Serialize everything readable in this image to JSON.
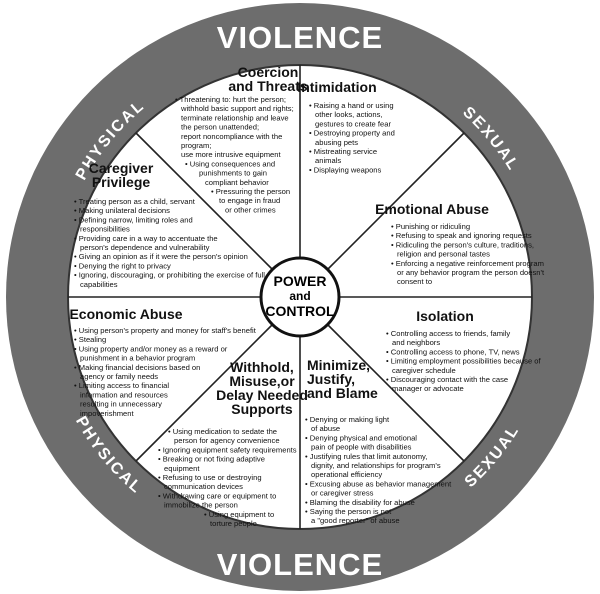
{
  "rim": {
    "violence_top": "VIOLENCE",
    "violence_bottom": "VIOLENCE",
    "physical_top": "PHYSICAL",
    "sexual_top": "SEXUAL",
    "physical_bottom": "PHYSICAL",
    "sexual_bottom": "SEXUAL"
  },
  "hub": {
    "line1": "POWER",
    "line2": "and",
    "line3": "CONTROL"
  },
  "segments": {
    "coercion": {
      "title": [
        "Coercion",
        "and Threats"
      ],
      "items": [
        "• Threatening to: hurt the person;",
        "withhold basic support and rights;",
        "terminate relationship and leave",
        "the person unattended;",
        "report noncompliance with the",
        "program;",
        "use more intrusive equipment",
        "• Using consequences and",
        "punishments to gain",
        "compliant behavior",
        "• Pressuring the person",
        "to engage in fraud",
        "or other crimes"
      ]
    },
    "intimidation": {
      "title": [
        "Intimidation"
      ],
      "items": [
        "• Raising a hand or using",
        "other looks, actions,",
        "gestures to create fear",
        "• Destroying property and",
        "abusing pets",
        "• Mistreating service",
        "animals",
        "• Displaying weapons"
      ]
    },
    "caregiver": {
      "title": [
        "Caregiver",
        "Privilege"
      ],
      "items": [
        "• Treating person as a child, servant",
        "• Making unilateral decisions",
        "• Defining narrow, limiting roles and",
        "responsibilities",
        "• Providing care in a way to accentuate the",
        "person's dependence and vulnerability",
        "• Giving an opinion as if it were the person's opinion",
        "• Denying the right to privacy",
        "• Ignoring, discouraging, or prohibiting the exercise of full",
        "capabilities"
      ]
    },
    "emotional": {
      "title": [
        "Emotional Abuse"
      ],
      "items": [
        "• Punishing or ridiculing",
        "• Refusing to speak and ignoring requests",
        "• Ridiculing the person's culture, traditions,",
        "religion and personal tastes",
        "• Enforcing a negative reinforcement program",
        "or any behavior program the person doesn't",
        "consent to"
      ]
    },
    "economic": {
      "title": [
        "Economic Abuse"
      ],
      "items": [
        "• Using person's property and money for staff's benefit",
        "• Stealing",
        "• Using property and/or money as a reward or",
        "punishment in a behavior program",
        "• Making financial decisions based on",
        "agency or family needs",
        "• Limiting access to financial",
        "information and resources",
        "resulting in unnecessary",
        "impoverishment"
      ]
    },
    "isolation": {
      "title": [
        "Isolation"
      ],
      "items": [
        "• Controlling access to friends, family",
        "and neighbors",
        "• Controlling access to phone, TV, news",
        "• Limiting employment possibilities because of",
        "caregiver schedule",
        "• Discouraging contact with the case",
        "manager or advocate"
      ]
    },
    "withhold": {
      "title": [
        "Withhold,",
        "Misuse,or",
        "Delay Needed",
        "Supports"
      ],
      "items": [
        "• Using medication to sedate the",
        "person for agency convenience",
        "• Ignoring equipment safety requirements",
        "• Breaking or not fixing adaptive",
        "equipment",
        "• Refusing to use or destroying",
        "communication devices",
        "• Withdrawing care or equipment to",
        "immobilize the person",
        "• Using equipment to",
        "torture people"
      ]
    },
    "minimize": {
      "title": [
        "Minimize,",
        "Justify,",
        "and Blame"
      ],
      "items": [
        "• Denying or making light",
        "of abuse",
        "• Denying physical and emotional",
        "pain of people with disabilities",
        "• Justifying rules that limit autonomy,",
        "dignity, and relationships for program's",
        "operational efficiency",
        "• Excusing abuse as behavior management",
        "or caregiver stress",
        "• Blaming the disability for abuse",
        "• Saying the person is not",
        "a \"good reporter\" of abuse"
      ]
    }
  }
}
